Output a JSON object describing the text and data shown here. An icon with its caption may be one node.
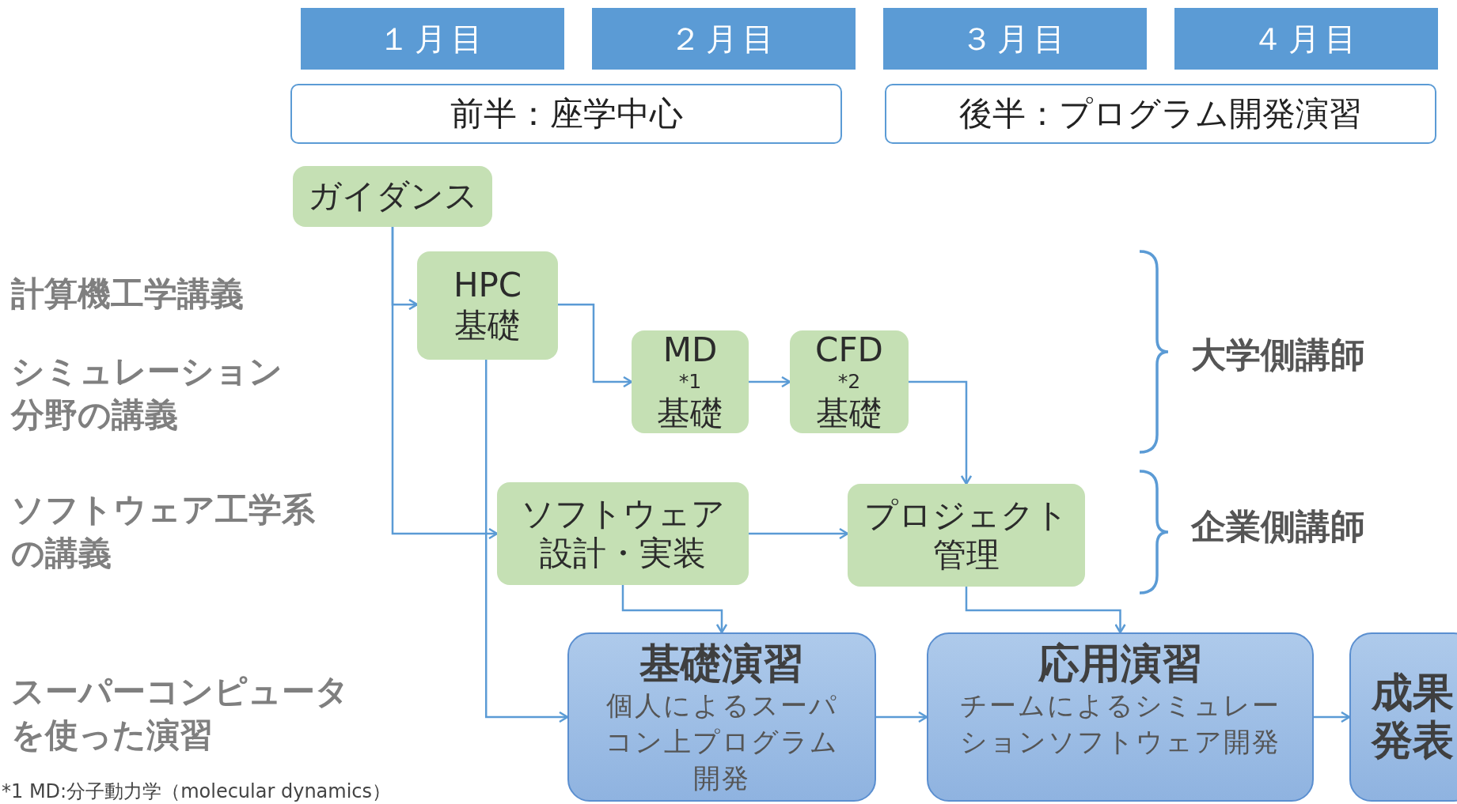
{
  "diagram": {
    "nodes": [
      {
        "text": [
          "１月目"
        ]
      },
      {
        "text": [
          "２月目"
        ]
      },
      {
        "text": [
          "３月目"
        ]
      },
      {
        "text": [
          "４月目"
        ]
      },
      {
        "text": [
          "前半：座学中心"
        ]
      },
      {
        "text": [
          "後半：プログラム開発演習"
        ]
      },
      {
        "text": [
          "ガイダンス"
        ]
      },
      {
        "text": [
          "HPC基礎"
        ]
      },
      {
        "text": [
          "MD$^{*1}$基礎"
        ]
      },
      {
        "text": [
          "CFD$^{*2}$基礎"
        ]
      },
      {
        "text": [
          "ソフトウェア設計・実装"
        ]
      },
      {
        "text": [
          "プロジェクト管理"
        ]
      },
      {
        "text": [
          "基礎演習",
          "個人によるスーパコン上プログラム開発"
        ]
      },
      {
        "text": [
          "応用演習",
          "チームによるシミュレーションソフトウェア開発"
        ]
      },
      {
        "text": [
          "成果発表"
        ]
      }
    ],
    "edges": [
      {
        "from": 6,
        "to": 7,
        "arrow": "to"
      },
      {
        "from": 6,
        "to": 10,
        "arrow": "to"
      },
      {
        "from": 7,
        "to": 8,
        "arrow": "to"
      },
      {
        "from": 8,
        "to": 9,
        "arrow": "to"
      },
      {
        "from": 9,
        "to": 11,
        "arrow": "to"
      },
      {
        "from": 7,
        "to": 12,
        "arrow": "to"
      },
      {
        "from": 10,
        "to": 11,
        "arrow": "to"
      },
      {
        "from": 10,
        "to": 12,
        "arrow": "to"
      },
      {
        "from": 11,
        "to": 13,
        "arrow": "to"
      },
      {
        "from": 12,
        "to": 13,
        "arrow": "to"
      },
      {
        "from": 13,
        "to": 14,
        "arrow": "to"
      }
    ],
    "labels": [
      "計算機工学講義",
      "シミュレーション分野の講義",
      "ソフトウェア工学系の講義",
      "大学側講師",
      "企業側講師",
      "スーパーコンピュータを使った演習",
      "*1 MD:分子動力学（molecular dynamics）"
    ]
  }
}
